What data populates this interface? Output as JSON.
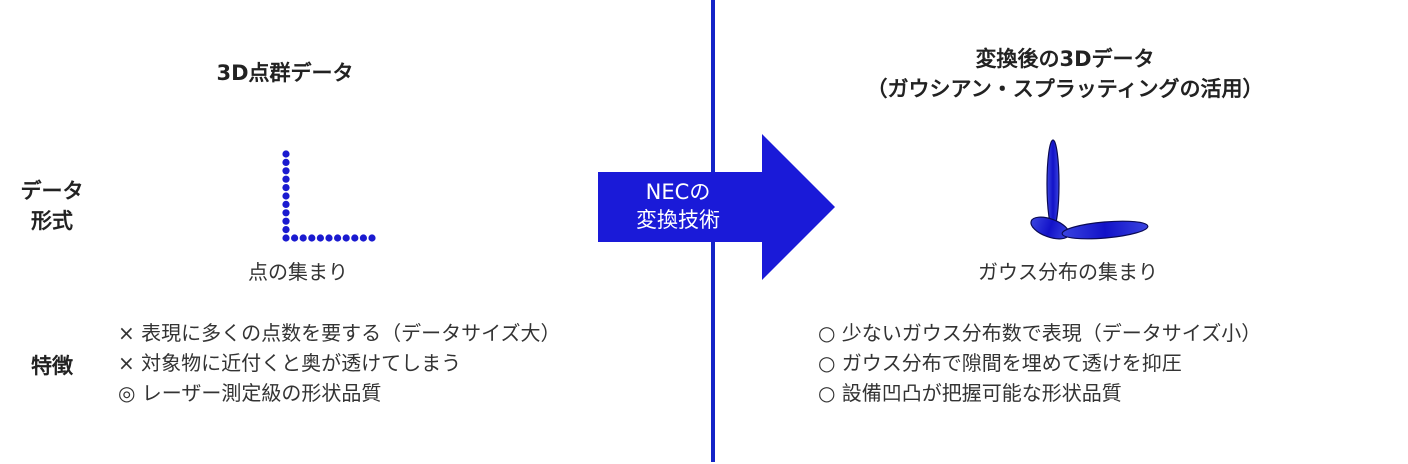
{
  "row_labels": {
    "data_format_line1": "データ",
    "data_format_line2": "形式",
    "features": "特徴"
  },
  "left": {
    "heading": "3D点群データ",
    "caption": "点の集まり",
    "features": [
      "× 表現に多くの点数を要する（データサイズ大）",
      "× 対象物に近付くと奥が透けてしまう",
      "◎ レーザー測定級の形状品質"
    ]
  },
  "arrow": {
    "line1": "NECの",
    "line2": "変換技術"
  },
  "right": {
    "heading_line1": "変換後の3Dデータ",
    "heading_line2": "（ガウシアン・スプラッティングの活用）",
    "caption": "ガウス分布の集まり",
    "features": [
      "○ 少ないガウス分布数で表現（データサイズ小）",
      "○ ガウス分布で隙間を埋めて透けを抑圧",
      "○ 設備凹凸が把握可能な形状品質"
    ]
  },
  "colors": {
    "accent_blue": "#1424c8",
    "dot_blue": "#1a1ad0",
    "arrow_blue": "#1a1ad8"
  }
}
